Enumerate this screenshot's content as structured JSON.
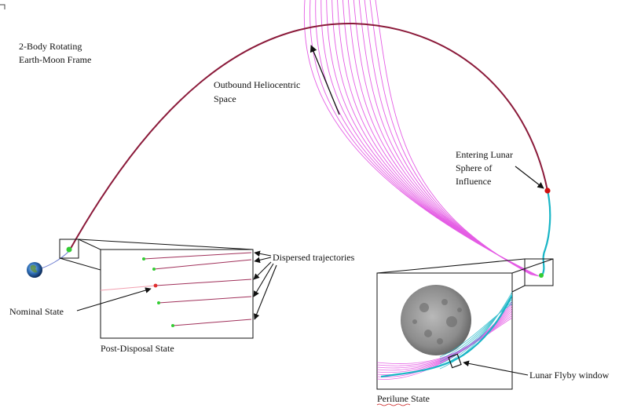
{
  "labels": {
    "frame_line1": "2-Body Rotating",
    "frame_line2": "Earth-Moon Frame",
    "outbound_line1": "Outbound Heliocentric",
    "outbound_line2": "Space",
    "entering_line1": "Entering Lunar",
    "entering_line2": "Sphere of",
    "entering_line3": "Influence",
    "dispersed": "Dispersed trajectories",
    "nominal": "Nominal State",
    "post_disposal": "Post-Disposal State",
    "flyby_window": "Lunar Flyby window",
    "perilune": "Perilune State"
  },
  "colors": {
    "main_trajectory": "#8b1a3a",
    "outbound_trajectories": "#e040e0",
    "lunar_approach": "#19b5c6",
    "disposal_line": "#a0305a",
    "state_point": "#33cc33",
    "nominal_point": "#e03030",
    "soi_point": "#d01010"
  },
  "icons": {
    "earth": "earth-globe-icon",
    "moon": "moon-surface-icon"
  }
}
